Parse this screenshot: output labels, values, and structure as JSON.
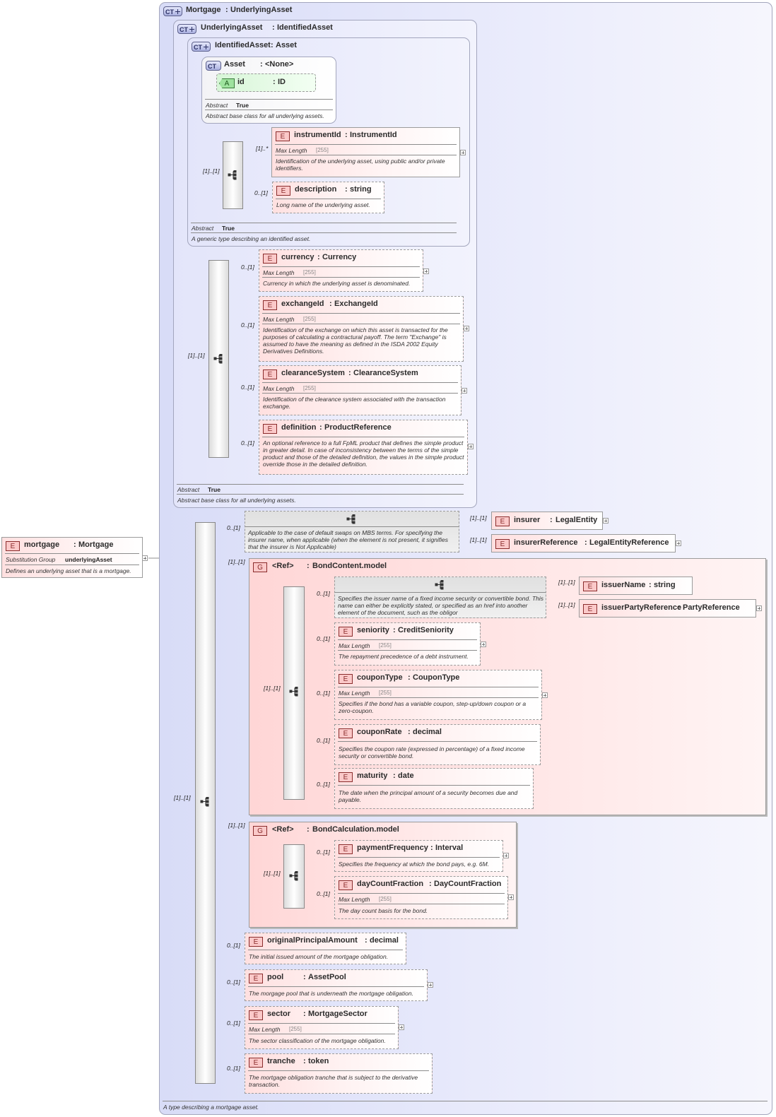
{
  "root": {
    "name": "mortgage",
    "type": "Mortgage",
    "sg_label": "Substitution Group",
    "sg_value": "underlyingAsset",
    "desc": "Defines an underlying asset that is a mortgage."
  },
  "outer": {
    "badge": "CT",
    "name": "Mortgage",
    "type": "UnderlyingAsset",
    "desc": "A type describing a mortgage asset."
  },
  "ua": {
    "badge": "CT",
    "name": "UnderlyingAsset",
    "type": "IdentifiedAsset",
    "abstract_label": "Abstract",
    "abstract_value": "True",
    "desc": "Abstract base class for all underlying assets."
  },
  "ia": {
    "badge": "CT",
    "name": "IdentifiedAsset",
    "type": "Asset",
    "abstract_label": "Abstract",
    "abstract_value": "True",
    "desc": "A generic type describing an identified asset."
  },
  "asset": {
    "badge": "CT",
    "name": "Asset",
    "type": "<None>",
    "attr_badge": "A",
    "attr_name": "id",
    "attr_type": "ID",
    "abstract_label": "Abstract",
    "abstract_value": "True",
    "desc": "Abstract base class for all underlying assets."
  },
  "colon": ":",
  "e_badge": "E",
  "g_badge": "G",
  "max_length_label": "Max Length",
  "max_length_value": "[255]",
  "elements": {
    "instrumentId": {
      "name": "instrumentId",
      "type": "InstrumentId",
      "mult": "[1]..*",
      "desc": "Identification of the underlying asset, using public and/or private identifiers."
    },
    "description": {
      "name": "description",
      "type": "string",
      "mult": "0..[1]",
      "desc": "Long name of the underlying asset."
    },
    "currency": {
      "name": "currency",
      "type": "Currency",
      "mult": "0..[1]",
      "desc": "Currency in which the underlying asset is denominated."
    },
    "exchangeId": {
      "name": "exchangeId",
      "type": "ExchangeId",
      "mult": "0..[1]",
      "desc": "Identification of the exchange on which this asset is transacted for the purposes of calculating a contractural payoff. The term \"Exchange\" is assumed to have the meaning as defined in the ISDA 2002 Equity Derivatives Definitions."
    },
    "clearanceSystem": {
      "name": "clearanceSystem",
      "type": "ClearanceSystem",
      "mult": "0..[1]",
      "desc": "Identification of the clearance system associated with the transaction exchange."
    },
    "definition": {
      "name": "definition",
      "type": "ProductReference",
      "mult": "0..[1]",
      "desc": "An optional reference to a full FpML product that defines the simple product in greater detail. In case of inconsistency between the terms of the simple product and those of the detailed definition, the values in the simple product override those in the detailed definition."
    },
    "insurer": {
      "name": "insurer",
      "type": "LegalEntity",
      "mult": "[1]..[1]"
    },
    "insurerReference": {
      "name": "insurerReference",
      "type": "LegalEntityReference",
      "mult": "[1]..[1]"
    },
    "issuerName": {
      "name": "issuerName",
      "type": "string",
      "mult": "[1]..[1]"
    },
    "issuerPartyReference": {
      "name": "issuerPartyReference",
      "type": "PartyReference",
      "mult": "[1]..[1]"
    },
    "seniority": {
      "name": "seniority",
      "type": "CreditSeniority",
      "mult": "0..[1]",
      "desc": "The repayment precedence of a debt instrument."
    },
    "couponType": {
      "name": "couponType",
      "type": "CouponType",
      "mult": "0..[1]",
      "desc": "Specifies if the bond has a variable coupon, step-up/down coupon or a zero-coupon."
    },
    "couponRate": {
      "name": "couponRate",
      "type": "decimal",
      "mult": "0..[1]",
      "desc": "Specifies the coupon rate (expressed in percentage) of a fixed income security or convertible bond."
    },
    "maturity": {
      "name": "maturity",
      "type": "date",
      "mult": "0..[1]",
      "desc": "The date when the principal amount of a security becomes due and payable."
    },
    "paymentFrequency": {
      "name": "paymentFrequency",
      "type": "Interval",
      "mult": "0..[1]",
      "desc": "Specifies the frequency at which the bond pays, e.g. 6M."
    },
    "dayCountFraction": {
      "name": "dayCountFraction",
      "type": "DayCountFraction",
      "mult": "0..[1]",
      "desc": "The day count basis for the bond."
    },
    "originalPrincipalAmount": {
      "name": "originalPrincipalAmount",
      "type": "decimal",
      "mult": "0..[1]",
      "desc": "The initial issued amount of the mortgage obligation."
    },
    "pool": {
      "name": "pool",
      "type": "AssetPool",
      "mult": "0..[1]",
      "desc": "The morgage pool that is underneath the mortgage obligation."
    },
    "sector": {
      "name": "sector",
      "type": "MortgageSector",
      "mult": "0..[1]",
      "desc": "The sector classification of the mortgage obligation."
    },
    "tranche": {
      "name": "tranche",
      "type": "token",
      "mult": "0..[1]",
      "desc": "The mortgage obligation tranche that is subject to the derivative transaction."
    }
  },
  "choice_insurer": {
    "mult": "0..[1]",
    "desc": "Applicable to the case of default swaps on MBS terms. For specifying the insurer name, when applicable (when the element is not present, it signifies that the insurer is Not Applicable)"
  },
  "choice_issuer": {
    "mult": "0..[1]",
    "desc": "Specifies the issuer name of a fixed income security or convertible bond. This name can either be explicitly stated, or specified as an href into another element of the document, such as the obligor"
  },
  "bond_content": {
    "ref": "<Ref>",
    "name": "BondContent.model",
    "mult": "[1]..[1]"
  },
  "bond_calc": {
    "ref": "<Ref>",
    "name": "BondCalculation.model",
    "mult": "[1]..[1]"
  },
  "seq_mult": {
    "ia_seq": "[1]..[1]",
    "ua_seq": "[1]..[1]",
    "main_seq": "[1]..[1]",
    "bc_seq": "[1]..[1]",
    "bcalc_seq": "[1]..[1]"
  }
}
